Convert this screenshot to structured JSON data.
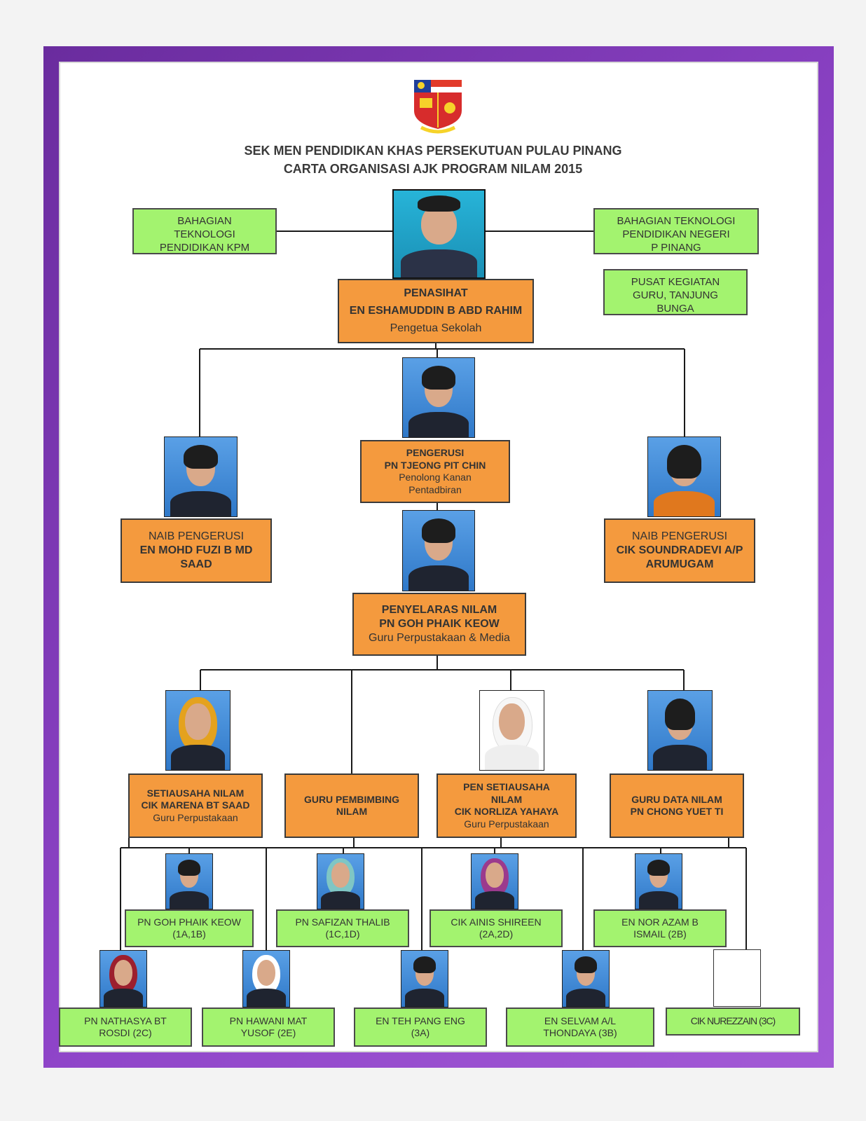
{
  "title": {
    "line1": "SEK MEN PENDIDIKAN KHAS PERSEKUTUAN PULAU PINANG",
    "line2": "CARTA ORGANISASI AJK PROGRAM NILAM 2015"
  },
  "logo": {
    "icon": "school-crest-icon"
  },
  "external": {
    "left": [
      "BAHAGIAN",
      "TEKNOLOGI",
      "PENDIDIKAN  KPM"
    ],
    "right": [
      "BAHAGIAN TEKNOLOGI",
      "PENDIDIKAN NEGERI",
      "P PINANG"
    ],
    "right2": [
      "PUSAT KEGIATAN",
      "GURU, TANJUNG",
      "BUNGA"
    ]
  },
  "penasihat": {
    "role": "PENASIHAT",
    "name": "EN ESHAMUDDIN B ABD RAHIM",
    "position": "Pengetua Sekolah"
  },
  "pengerusi": {
    "role": "PENGERUSI",
    "name": "PN TJEONG PIT CHIN",
    "position1": "Penolong Kanan",
    "position2": "Pentadbiran"
  },
  "naib_left": {
    "role": "NAIB PENGERUSI",
    "name1": "EN MOHD FUZI B MD",
    "name2": "SAAD"
  },
  "naib_right": {
    "role": "NAIB PENGERUSI",
    "name1": "CIK SOUNDRADEVI A/P",
    "name2": "ARUMUGAM"
  },
  "penyelaras": {
    "role": "PENYELARAS NILAM",
    "name": "PN GOH PHAIK KEOW",
    "position": "Guru Perpustakaan & Media"
  },
  "setiausaha": {
    "line1": "SETIAUSAHA NILAM",
    "line2": "CIK MARENA BT SAAD",
    "position": "Guru Perpustakaan"
  },
  "pembimbing": {
    "line1": "GURU PEMBIMBING",
    "line2": "NILAM"
  },
  "pen_setiausaha": {
    "line1": "PEN SETIAUSAHA",
    "line2": "NILAM",
    "line3": "CIK NORLIZA YAHAYA",
    "position": "Guru Perpustakaan"
  },
  "guru_data": {
    "line1": "GURU DATA NILAM",
    "line2": "PN CHONG YUET TI"
  },
  "teachers_row1": [
    {
      "name": "PN GOH PHAIK KEOW",
      "classes": "(1A,1B)"
    },
    {
      "name": "PN SAFIZAN THALIB",
      "classes": "(1C,1D)"
    },
    {
      "name": "CIK AINIS SHIREEN",
      "classes": "(2A,2D)"
    },
    {
      "name": "EN NOR AZAM B",
      "classes": "ISMAIL (2B)"
    }
  ],
  "teachers_row2": [
    {
      "name": "PN NATHASYA BT",
      "classes": "ROSDI (2C)"
    },
    {
      "name": "PN HAWANI MAT",
      "classes": "YUSOF (2E)"
    },
    {
      "name": "EN TEH PANG ENG",
      "classes": "(3A)"
    },
    {
      "name": "EN SELVAM A/L",
      "classes": "THONDAYA (3B)"
    },
    {
      "name": "CIK NUREZZAIN (3C)",
      "classes": ""
    }
  ],
  "colors": {
    "frame": "#7b35b4",
    "green_box": "#a3f36f",
    "orange_box": "#f49a3e"
  }
}
